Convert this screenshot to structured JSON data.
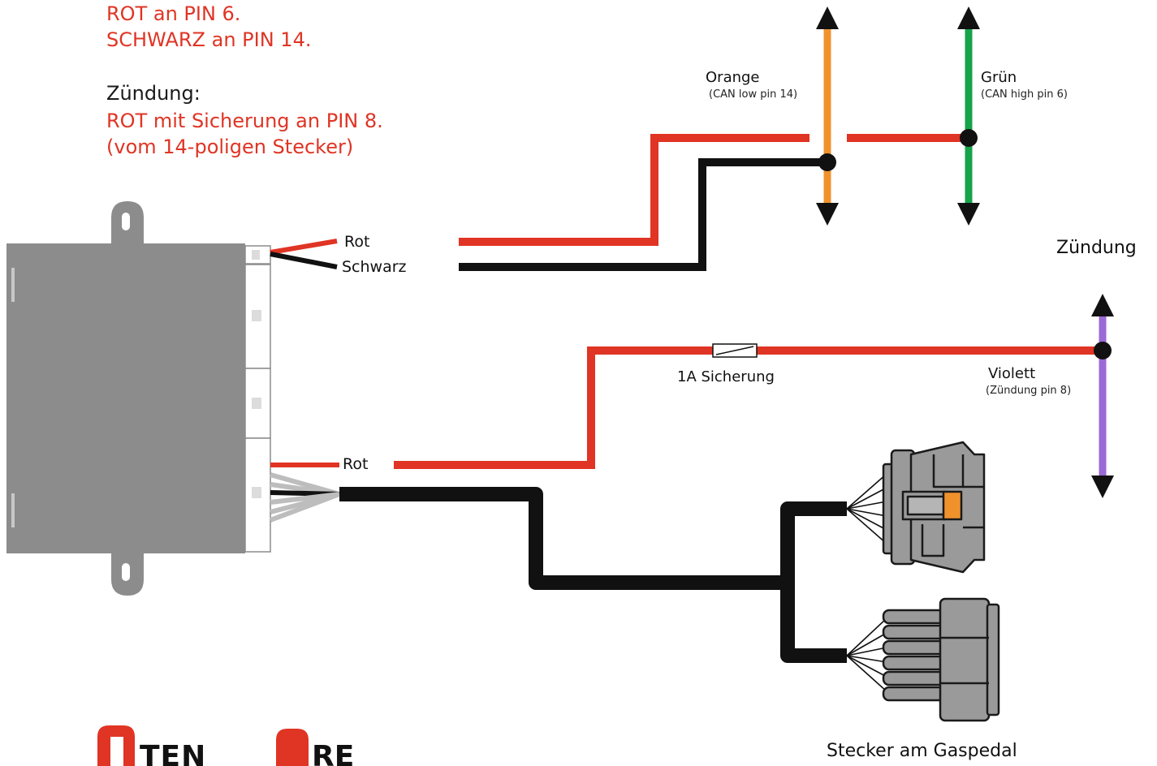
{
  "instructions": {
    "can_line_1": "ROT an PIN 6.",
    "can_line_2": "SCHWARZ an PIN 14.",
    "ignition_title": "Zündung:",
    "ignition_line_1": "ROT mit Sicherung an PIN 8.",
    "ignition_line_2": "(vom 14-poligen Stecker)"
  },
  "module_wires": {
    "top_red": "Rot",
    "top_black": "Schwarz",
    "bottom_red": "Rot"
  },
  "can_bus": {
    "orange_label": "Orange",
    "orange_sub": "(CAN low pin 14)",
    "green_label": "Grün",
    "green_sub": "(CAN high pin 6)"
  },
  "ignition": {
    "title": "Zündung",
    "violet_label": "Violett",
    "violet_sub": "(Zündung pin 8)",
    "fuse_label": "1A Sicherung"
  },
  "connectors": {
    "caption": "Stecker am Gaspedal"
  },
  "brand": {
    "logo_text": "TENDORE"
  },
  "colors": {
    "red_wire": "#e03424",
    "black_wire": "#111111",
    "orange_wire": "#f0922c",
    "green_wire": "#16a34a",
    "violet_wire": "#9b6ad6",
    "module_body": "#8c8c8c",
    "connector_body": "#9a9a9a"
  }
}
